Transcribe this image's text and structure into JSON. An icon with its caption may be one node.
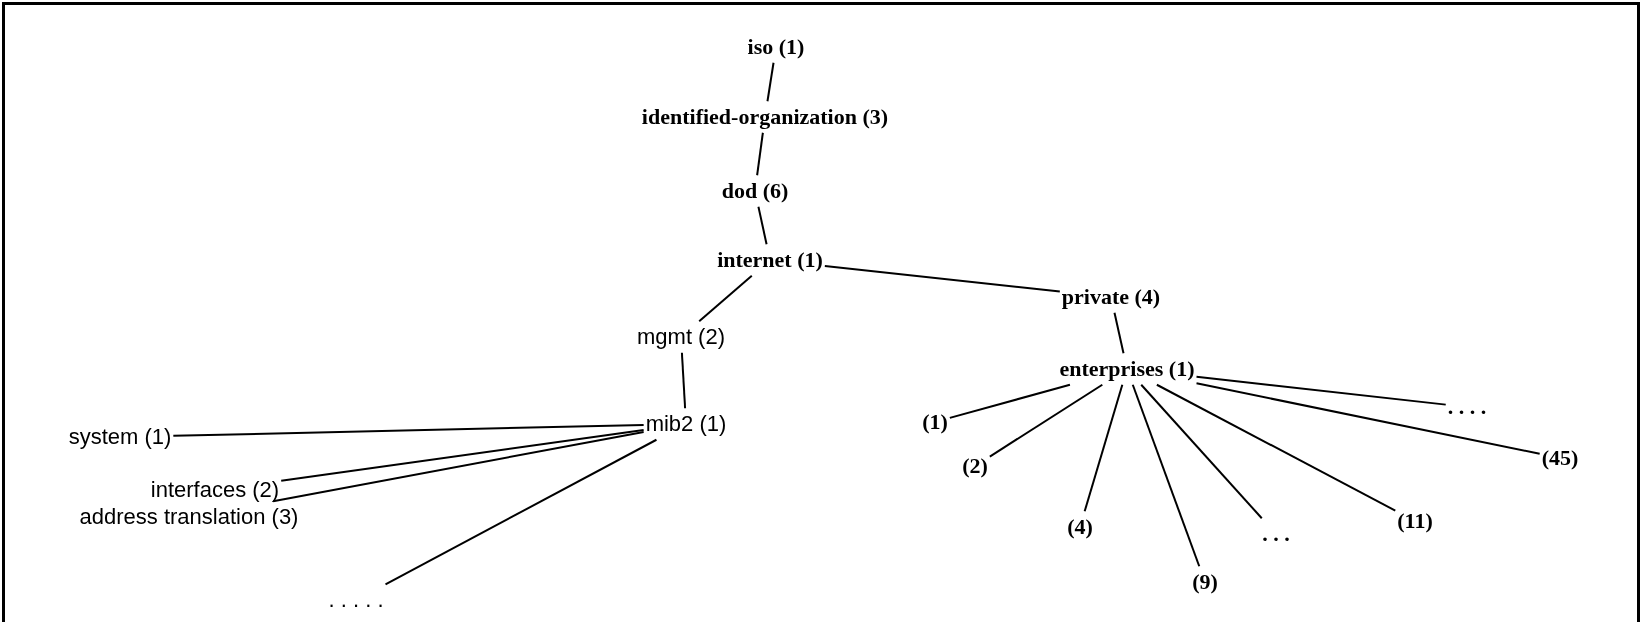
{
  "diagram": {
    "nodes": [
      {
        "text": [
          "iso (1)"
        ]
      },
      {
        "text": [
          "identified-organization (3)"
        ]
      },
      {
        "text": [
          "dod (6)"
        ]
      },
      {
        "text": [
          "internet (1)"
        ]
      },
      {
        "text": [
          "private (4)"
        ]
      },
      {
        "text": [
          "enterprises (1)"
        ]
      },
      {
        "text": [
          "mgmt (2)"
        ]
      },
      {
        "text": [
          "mib2 (1)"
        ]
      },
      {
        "text": [
          "system (1)"
        ]
      },
      {
        "text": [
          "interfaces (2)"
        ]
      },
      {
        "text": [
          "address translation (3)"
        ]
      },
      {
        "text": [
          ". . . . ."
        ]
      },
      {
        "text": [
          "(1)"
        ]
      },
      {
        "text": [
          "(2)"
        ]
      },
      {
        "text": [
          "(4)"
        ]
      },
      {
        "text": [
          "(9)"
        ]
      },
      {
        "text": [
          ". . ."
        ]
      },
      {
        "text": [
          "(11)"
        ]
      },
      {
        "text": [
          "(45)"
        ]
      },
      {
        "text": [
          ". . . ."
        ]
      }
    ],
    "edges": [
      {
        "from": 0,
        "to": 1,
        "arrow": "none"
      },
      {
        "from": 1,
        "to": 2,
        "arrow": "none"
      },
      {
        "from": 2,
        "to": 3,
        "arrow": "none"
      },
      {
        "from": 3,
        "to": 6,
        "arrow": "none"
      },
      {
        "from": 3,
        "to": 4,
        "arrow": "none"
      },
      {
        "from": 4,
        "to": 5,
        "arrow": "none"
      },
      {
        "from": 6,
        "to": 7,
        "arrow": "none"
      },
      {
        "from": 7,
        "to": 8,
        "arrow": "none"
      },
      {
        "from": 7,
        "to": 9,
        "arrow": "none"
      },
      {
        "from": 7,
        "to": 10,
        "arrow": "none"
      },
      {
        "from": 7,
        "to": 11,
        "arrow": "none"
      },
      {
        "from": 5,
        "to": 12,
        "arrow": "none"
      },
      {
        "from": 5,
        "to": 13,
        "arrow": "none"
      },
      {
        "from": 5,
        "to": 14,
        "arrow": "none"
      },
      {
        "from": 5,
        "to": 15,
        "arrow": "none"
      },
      {
        "from": 5,
        "to": 16,
        "arrow": "none"
      },
      {
        "from": 5,
        "to": 17,
        "arrow": "none"
      },
      {
        "from": 5,
        "to": 18,
        "arrow": "none"
      },
      {
        "from": 5,
        "to": 19,
        "arrow": "none"
      }
    ]
  }
}
